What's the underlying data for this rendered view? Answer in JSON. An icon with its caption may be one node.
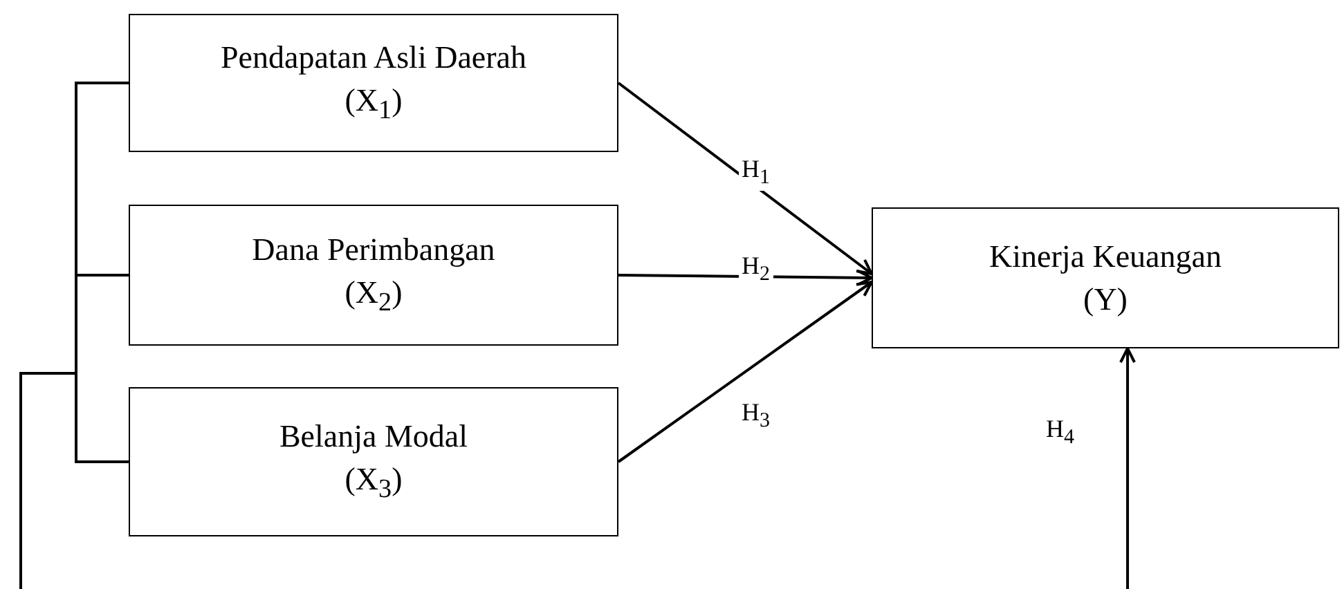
{
  "diagram": {
    "nodes": [
      {
        "text": [
          "Pendapatan Asli Daerah",
          "(X$_{1}$)"
        ]
      },
      {
        "text": [
          "Dana Perimbangan",
          "(X$_{2}$)"
        ]
      },
      {
        "text": [
          "Belanja Modal",
          "(X$_{3}$)"
        ]
      },
      {
        "text": [
          "Kinerja Keuangan",
          "(Y)"
        ]
      }
    ],
    "edges": [
      {
        "from": 0,
        "to": 3,
        "arrow": "to",
        "label": "H$_{1}$"
      },
      {
        "from": 1,
        "to": 3,
        "arrow": "to",
        "label": "H$_{2}$"
      },
      {
        "from": 2,
        "to": 3,
        "arrow": "to",
        "label": "H$_{3}$"
      },
      {
        "from": 0,
        "to": null,
        "arrow": "none"
      },
      {
        "from": 1,
        "to": null,
        "arrow": "none"
      },
      {
        "from": 2,
        "to": null,
        "arrow": "none"
      },
      {
        "from": null,
        "to": 3,
        "arrow": "to",
        "label": "H$_{4}$"
      }
    ]
  }
}
